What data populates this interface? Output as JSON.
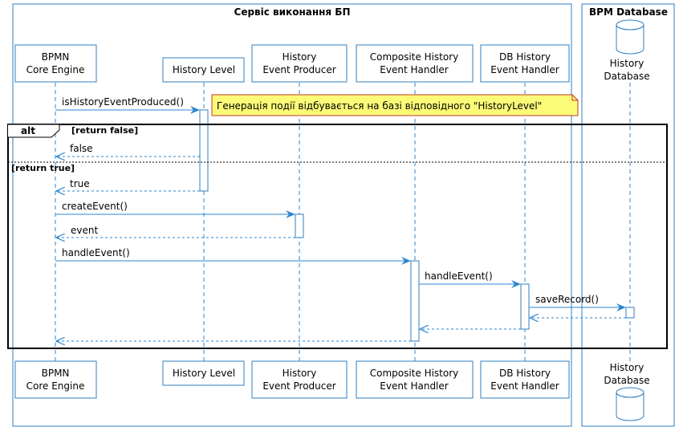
{
  "boxes": {
    "service": "Сервіс виконання БП",
    "database": "BPM Database"
  },
  "participants": {
    "engine": [
      "BPMN",
      "Core Engine"
    ],
    "level": [
      "History Level"
    ],
    "producer": [
      "History",
      "Event Producer"
    ],
    "composite": [
      "Composite History",
      "Event Handler"
    ],
    "dbhandler": [
      "DB History",
      "Event Handler"
    ],
    "db": [
      "History",
      "Database"
    ]
  },
  "messages": {
    "isHistoryEventProduced": "isHistoryEventProduced()",
    "false": "false",
    "true": "true",
    "createEvent": "createEvent()",
    "event": "event",
    "handleEvent1": "handleEvent()",
    "handleEvent2": "handleEvent()",
    "saveRecord": "saveRecord()"
  },
  "note": "Генерація події відбувається на базі відповідного \"HistoryLevel\"",
  "fragment": {
    "keyword": "alt",
    "guard1": "[return false]",
    "guard2": "[return true]"
  },
  "colors": {
    "line": "#2e86d0",
    "box_border": "#2f7fc1",
    "note_fill": "#fbfb77",
    "note_border": "#c0392b",
    "fragment": "#000000"
  }
}
